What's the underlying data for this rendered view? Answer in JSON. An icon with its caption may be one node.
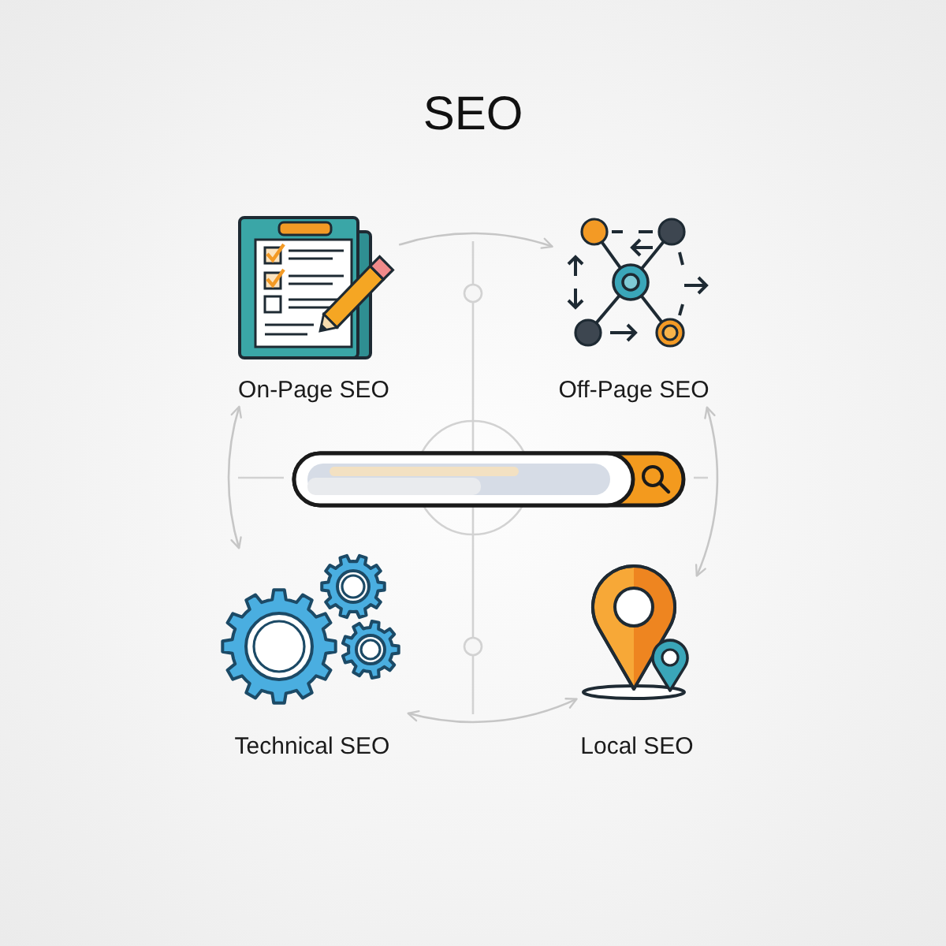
{
  "diagram": {
    "title": "SEO",
    "nodes": [
      {
        "text": [
          "On-Page SEO"
        ]
      },
      {
        "text": [
          "Off-Page SEO"
        ]
      },
      {
        "text": [],
        "shape": "picture"
      },
      {
        "text": [
          "Technical SEO"
        ]
      },
      {
        "text": [
          "Local SEO"
        ]
      }
    ],
    "edges": [
      {
        "from": 0,
        "to": 1,
        "arrow": "to"
      },
      {
        "from": 1,
        "to": 4,
        "arrow": "both"
      },
      {
        "from": 4,
        "to": 3,
        "arrow": "both"
      },
      {
        "from": 3,
        "to": 0,
        "arrow": "both"
      }
    ]
  }
}
